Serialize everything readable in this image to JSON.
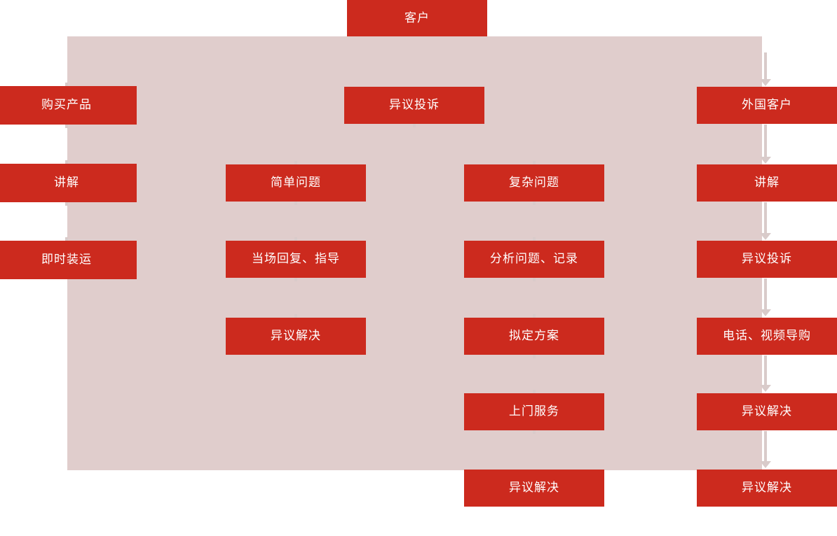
{
  "diagram": {
    "title_node": {
      "label": "客户"
    },
    "colors": {
      "node_fill": "#cc2a1e",
      "node_text": "#ffffff",
      "panel_fill": "#e0cdcc",
      "connector": "#d9cbca",
      "page_background": "#ffffff"
    },
    "columns": [
      {
        "id": "column-left",
        "nodes": [
          {
            "label": "购买产品"
          },
          {
            "label": "讲解"
          },
          {
            "label": "即时装运"
          }
        ]
      },
      {
        "id": "column-simple",
        "nodes": [
          {
            "label": "异议投诉"
          },
          {
            "label": "简单问题"
          },
          {
            "label": "当场回复、指导"
          },
          {
            "label": "异议解决"
          }
        ]
      },
      {
        "id": "column-complex",
        "nodes": [
          {
            "label": "复杂问题"
          },
          {
            "label": "分析问题、记录"
          },
          {
            "label": "拟定方案"
          },
          {
            "label": "上门服务"
          },
          {
            "label": "异议解决"
          }
        ]
      },
      {
        "id": "column-foreign",
        "nodes": [
          {
            "label": "外国客户"
          },
          {
            "label": "讲解"
          },
          {
            "label": "异议投诉"
          },
          {
            "label": "电话、视频导购"
          },
          {
            "label": "异议解决"
          },
          {
            "label": "异议解决"
          }
        ]
      }
    ]
  }
}
